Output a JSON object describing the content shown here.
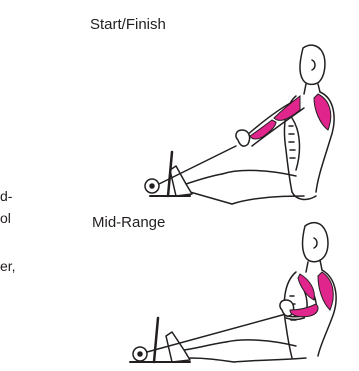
{
  "panels": {
    "start": {
      "label": "Start/Finish"
    },
    "mid": {
      "label": "Mid-Range"
    }
  },
  "left_text_fragments": [
    "d-",
    "ol",
    "er,"
  ],
  "colors": {
    "muscle": "#e0258c",
    "outline": "#231f20",
    "background": "#ffffff"
  }
}
